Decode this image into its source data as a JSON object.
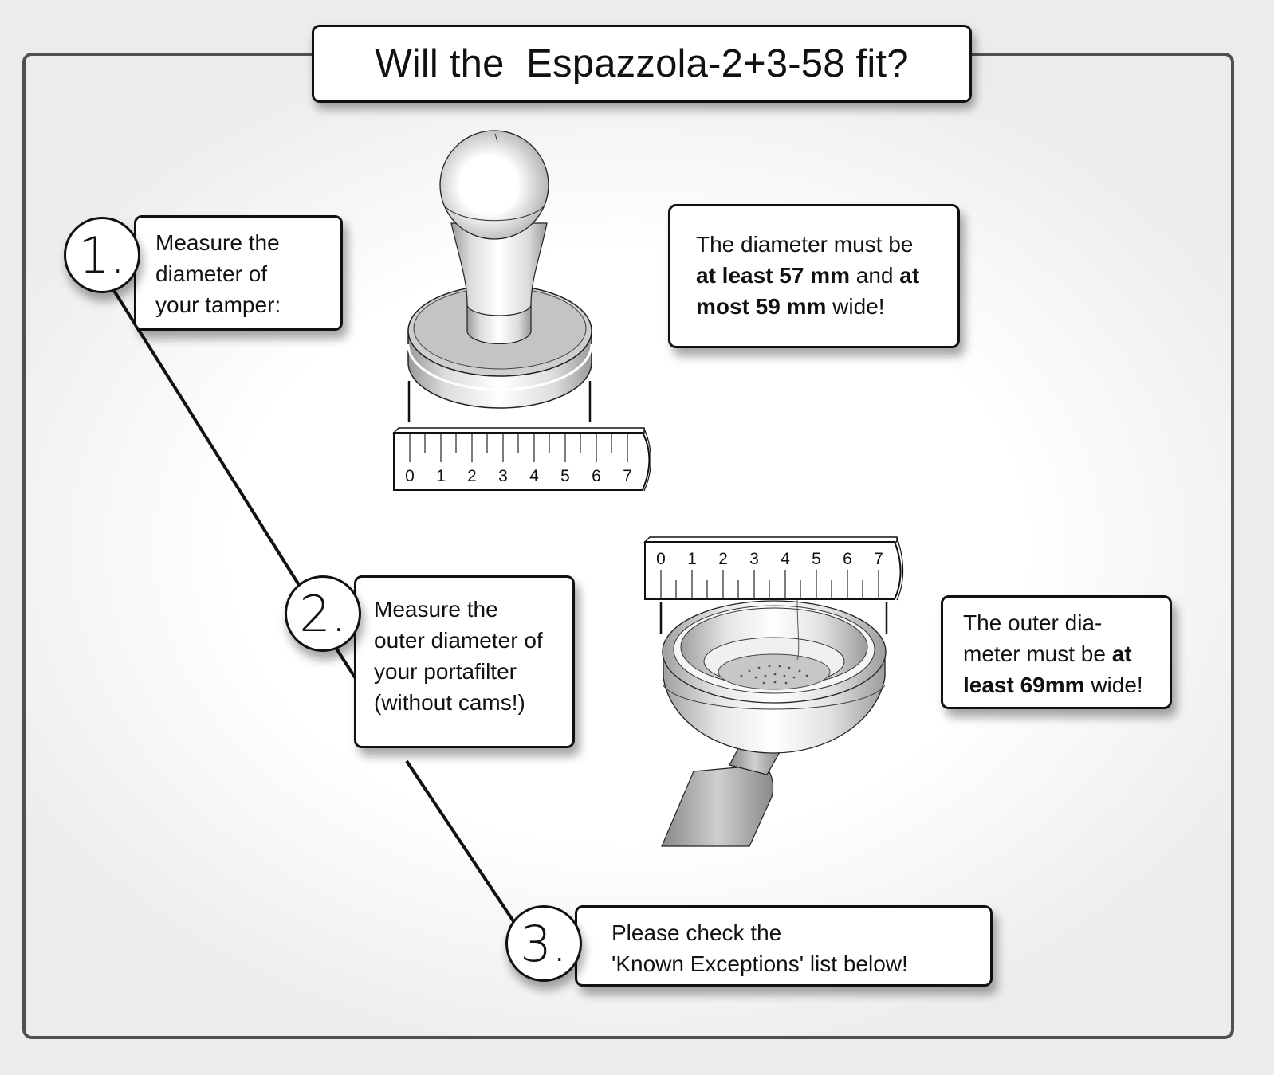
{
  "title": "Will the  Espazzola-2+3-58 fit?",
  "steps": [
    {
      "number": "1.",
      "text_lines": [
        "Measure the",
        "diameter of",
        "your tamper:"
      ]
    },
    {
      "number": "2.",
      "text_lines": [
        "Measure the",
        "outer diameter of",
        "your portafilter",
        "(without cams!)"
      ]
    },
    {
      "number": "3.",
      "text_lines": [
        "Please check the",
        "'Known Exceptions' list below!"
      ]
    }
  ],
  "requirements": {
    "tamper": {
      "line1": "The diameter must be",
      "line2_bold1": "at least 57 mm",
      "line2_plain": " and ",
      "line2_bold2": "at",
      "line3_bold": "most 59 mm",
      "line3_plain": " wide!"
    },
    "portafilter": {
      "line1": "The outer dia-",
      "line2_plain": "meter must be ",
      "line2_bold": "at",
      "line3_bold": "least 69mm",
      "line3_plain": " wide!"
    }
  },
  "illustrations": {
    "tamper": {
      "label": "tamper-illustration"
    },
    "portafilter": {
      "label": "portafilter-illustration"
    }
  },
  "rulers": {
    "tamper_ruler": {
      "ticks": [
        "0",
        "1",
        "2",
        "3",
        "4",
        "5",
        "6",
        "7"
      ]
    },
    "portafilter_ruler": {
      "ticks": [
        "0",
        "1",
        "2",
        "3",
        "4",
        "5",
        "6",
        "7"
      ]
    }
  },
  "colors": {
    "background": "#ececec",
    "frame_border": "#505050",
    "box_border": "#111111",
    "metal_light": "#ffffff",
    "metal_mid": "#c8c8c8",
    "metal_dark": "#9a9a9a"
  }
}
